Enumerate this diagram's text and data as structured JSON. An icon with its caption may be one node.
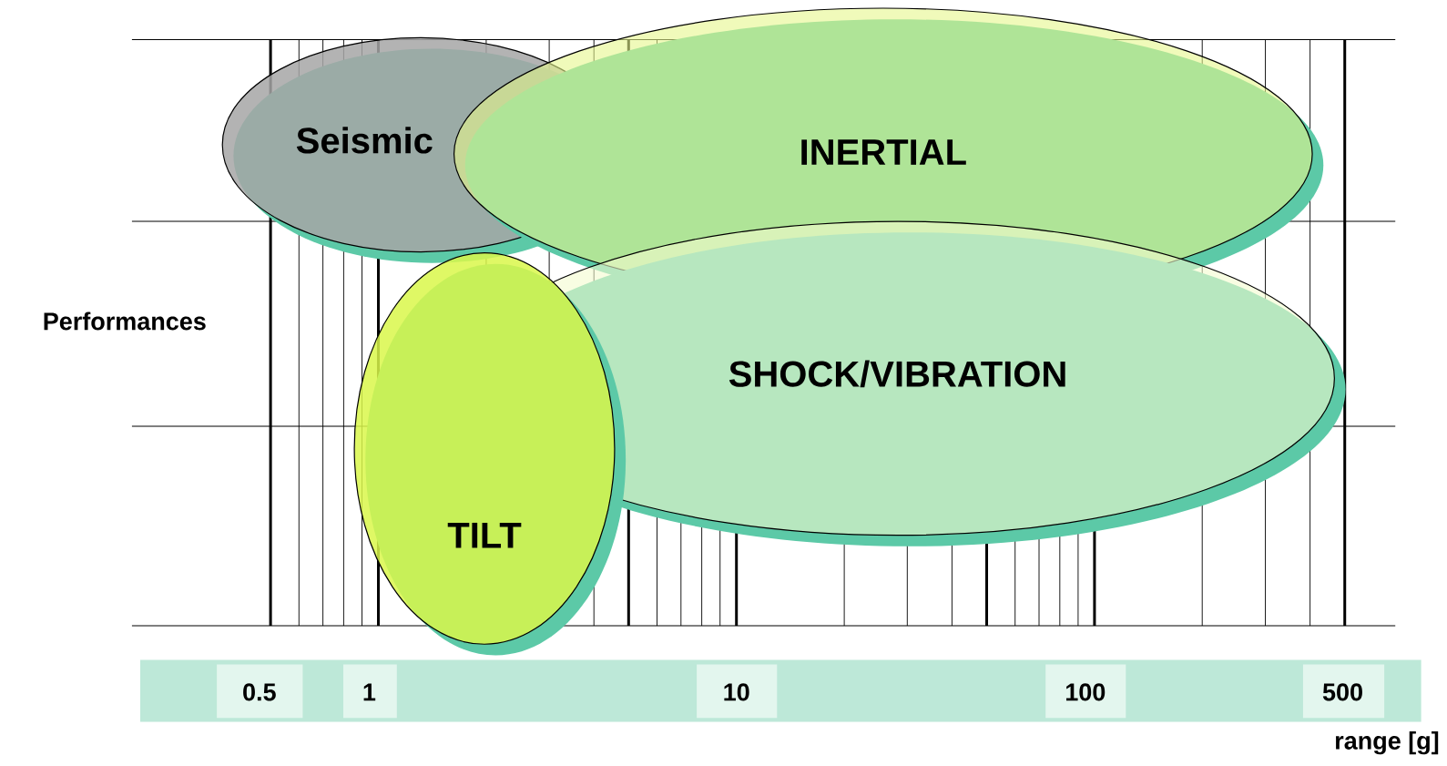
{
  "diagram": {
    "nodes": [
      {
        "text": [
          "Seismic"
        ]
      },
      {
        "text": [
          "INERTIAL"
        ]
      },
      {
        "text": [
          "SHOCK/VIBRATION"
        ]
      },
      {
        "text": [
          "TILT"
        ]
      }
    ],
    "labels": [
      "Performances",
      "0.5",
      "1",
      "10",
      "100",
      "500",
      "range [g]"
    ]
  }
}
